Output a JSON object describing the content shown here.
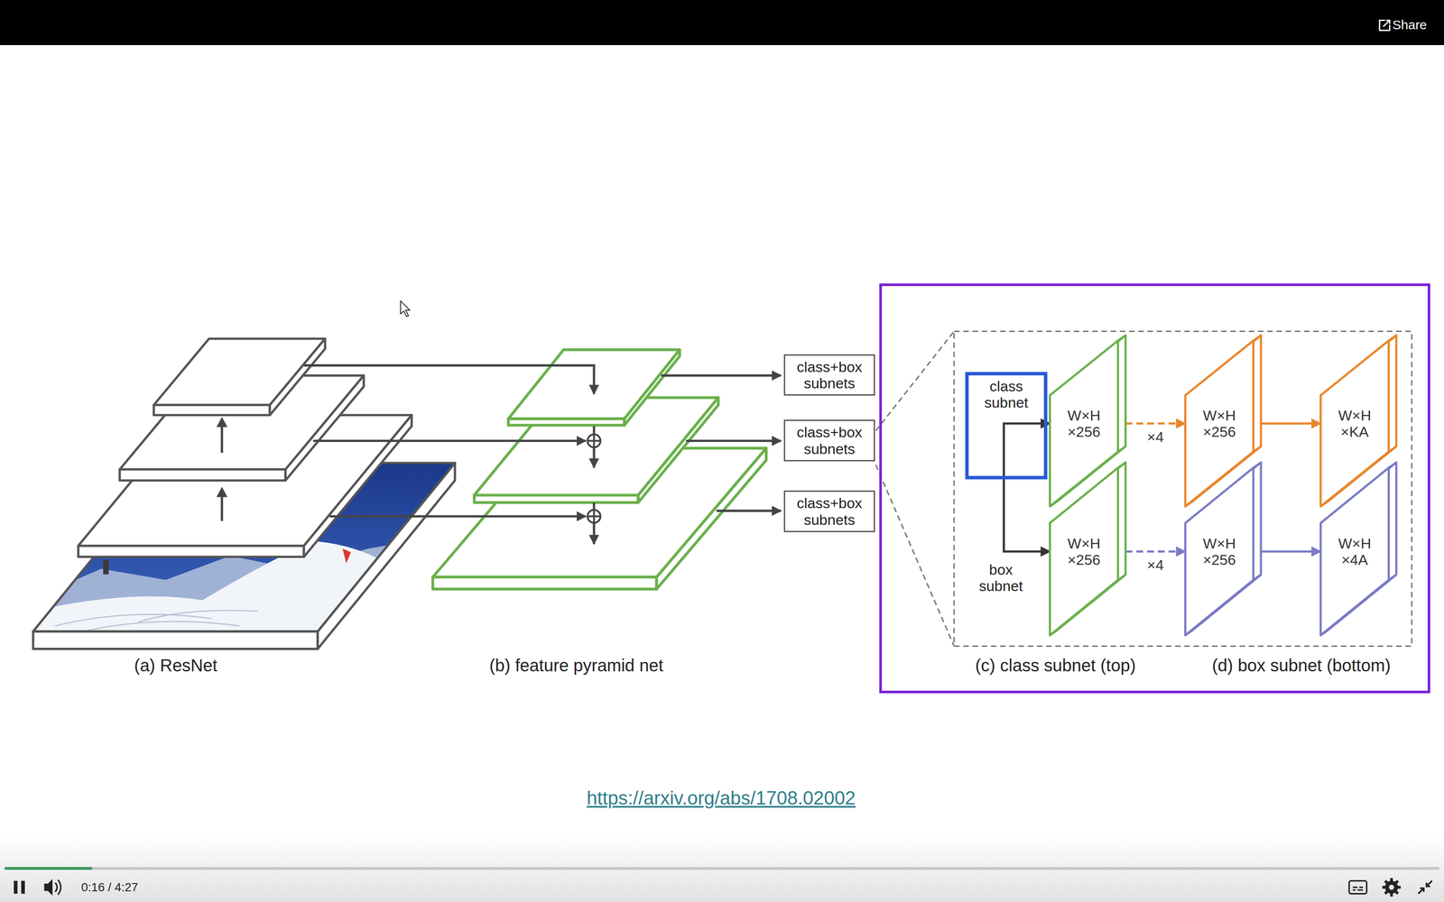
{
  "diagram": {
    "nodes": [
      {
        "text": [
          "class+box subnets"
        ]
      },
      {
        "text": [
          "class+box subnets"
        ]
      },
      {
        "text": [
          "class+box subnets"
        ]
      },
      {
        "text": [
          "(c) class subnet (top)",
          "(d) box subnet (bottom)"
        ]
      },
      {
        "text": [
          "class subnet"
        ],
        "in": 3
      },
      {
        "text": [
          "W×H ×256"
        ],
        "in": 3
      },
      {
        "text": [
          "W×H ×256"
        ],
        "in": 3
      },
      {
        "text": [
          "W×H ×KA"
        ],
        "in": 3
      },
      {
        "text": [
          "W×H ×256"
        ],
        "in": 3
      },
      {
        "text": [
          "W×H ×256"
        ],
        "in": 3
      },
      {
        "text": [
          "W×H ×4A"
        ],
        "in": 3
      }
    ],
    "edges": [
      {
        "from": 4,
        "to": 5,
        "arrow": "to"
      },
      {
        "from": 4,
        "to": 8,
        "arrow": "to"
      },
      {
        "from": 5,
        "to": 6,
        "label": "×4",
        "arrow": "to"
      },
      {
        "from": 6,
        "to": 7,
        "arrow": "to"
      },
      {
        "from": 8,
        "to": 9,
        "label": "×4",
        "arrow": "to"
      },
      {
        "from": 9,
        "to": 10,
        "arrow": "to"
      }
    ],
    "labels": [
      "Share",
      "(a) ResNet",
      "(b) feature pyramid net",
      "box subnet",
      "https://arxiv.org/abs/1708.02002",
      "0:16 / 4:27"
    ]
  }
}
